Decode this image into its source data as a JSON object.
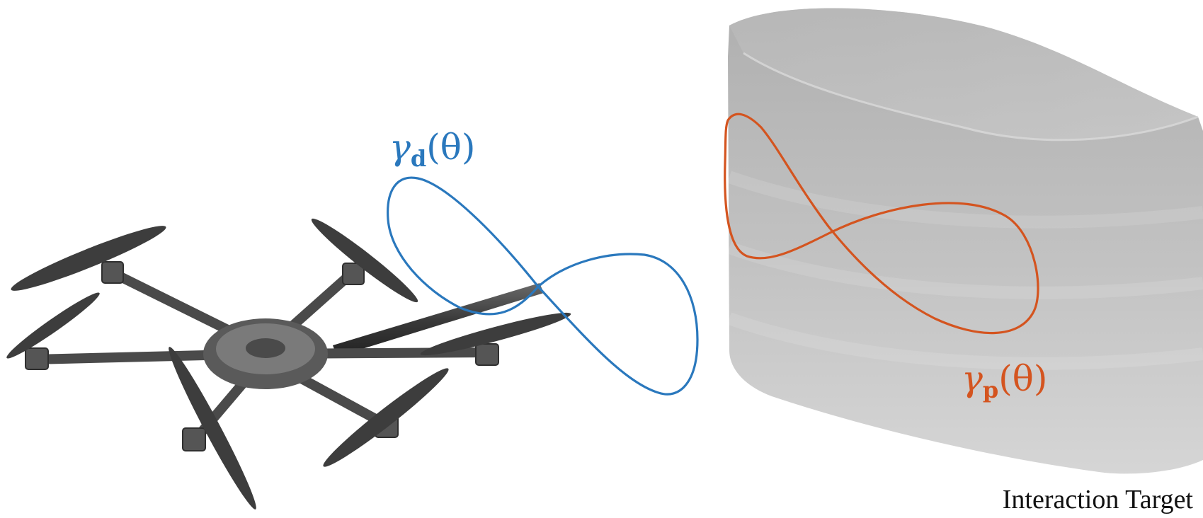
{
  "labels": {
    "gamma_d": {
      "symbol": "γ",
      "subscript": "d",
      "argument": "(θ)",
      "color": "#2a78bd"
    },
    "gamma_p": {
      "symbol": "γ",
      "subscript": "p",
      "argument": "(θ)",
      "color": "#d4541f"
    },
    "target": "Interaction Target"
  },
  "colors": {
    "desired_curve": "#2a78bd",
    "projected_curve": "#d4541f",
    "target_surface": "#c9c9c9",
    "drone": "#3d3d3d"
  },
  "icons": {
    "drone": "hexacopter-icon",
    "target": "cylinder-surface-icon"
  }
}
